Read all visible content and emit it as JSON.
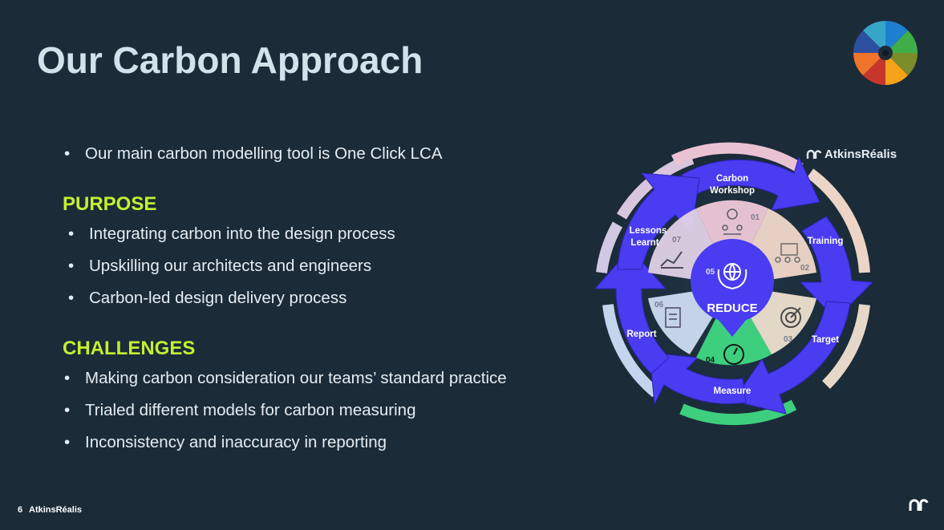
{
  "page": {
    "title": "Our Carbon Approach"
  },
  "intro": {
    "bullet": "Our main carbon modelling tool is One Click LCA"
  },
  "purpose": {
    "heading": "PURPOSE",
    "items": [
      "Integrating carbon into the design process",
      "Upskilling our architects and engineers",
      "Carbon-led design delivery process"
    ]
  },
  "challenges": {
    "heading": "CHALLENGES",
    "items": [
      "Making carbon consideration our teams’ standard practice",
      "Trialed different models for carbon measuring",
      "Inconsistency and inaccuracy in reporting"
    ]
  },
  "cycle": {
    "brand": "AtkinsRéalis",
    "center_number": "05",
    "center_label": "REDUCE",
    "steps": [
      {
        "number": "01",
        "label_line1": "Carbon",
        "label_line2": "Workshop",
        "icon": "meeting-icon"
      },
      {
        "number": "02",
        "label_line1": "Training",
        "label_line2": "",
        "icon": "training-icon"
      },
      {
        "number": "03",
        "label_line1": "Target",
        "label_line2": "",
        "icon": "target-icon"
      },
      {
        "number": "04",
        "label_line1": "Measure",
        "label_line2": "",
        "icon": "gauge-icon"
      },
      {
        "number": "06",
        "label_line1": "Report",
        "label_line2": "",
        "icon": "report-icon"
      },
      {
        "number": "07",
        "label_line1": "Lessons",
        "label_line2": "Learnt",
        "icon": "chart-icon"
      }
    ],
    "colors": {
      "arrow": "#4a3cf0",
      "ring_pink": "#e8c6d4",
      "ring_peach": "#f0d8c8",
      "ring_blue": "#c4d4ec",
      "ring_green": "#3ecf7e",
      "center": "#4a3cf0"
    }
  },
  "footer": {
    "page_number": "6",
    "brand": "AtkinsRéalis"
  },
  "colors": {
    "background": "#1b2b38",
    "accent_heading": "#c4f032",
    "title": "#d3e1ea"
  }
}
